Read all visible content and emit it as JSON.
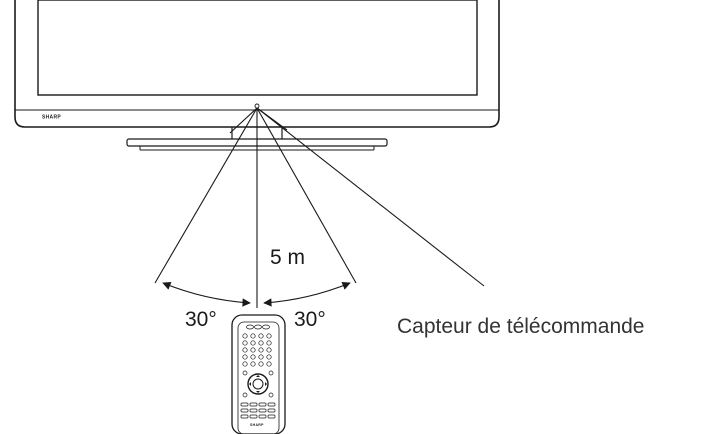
{
  "tv": {
    "brand": "SHARP"
  },
  "remote": {
    "brand": "SHARP"
  },
  "labels": {
    "distance": "5 m",
    "angle_left": "30°",
    "angle_right": "30°",
    "sensor": "Capteur de télécommande"
  },
  "colors": {
    "line": "#1a1a1a",
    "screen_fill": "#ffffff"
  }
}
